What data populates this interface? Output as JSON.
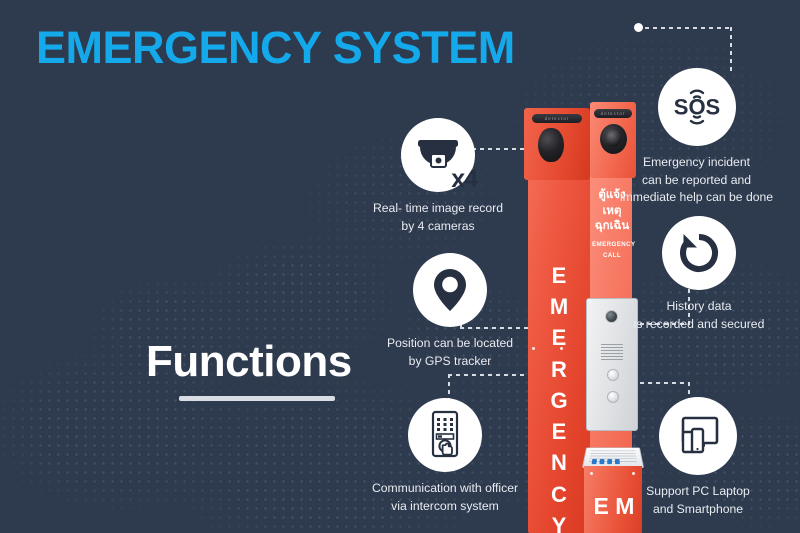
{
  "page": {
    "title": "EMERGENCY SYSTEM",
    "section_heading": "Functions",
    "background_color": "#2e3a4d",
    "accent_color": "#14a9ea",
    "device_color": "#e8492c"
  },
  "features": [
    {
      "id": "camera",
      "icon": "dome-camera-icon",
      "badge": "x4",
      "line1": "Real- time image record",
      "line2": "by 4 cameras"
    },
    {
      "id": "gps",
      "icon": "map-pin-icon",
      "line1": "Position can be located",
      "line2": "by GPS tracker"
    },
    {
      "id": "intercom",
      "icon": "intercom-keypad-icon",
      "line1": "Communication with officer",
      "line2": "via intercom system"
    },
    {
      "id": "sos",
      "icon": "sos-signal-icon",
      "icon_text": "SOS",
      "line1": "Emergency incident",
      "line2": "can be reported and",
      "line3": "immediate help can be done"
    },
    {
      "id": "history",
      "icon": "history-rotate-icon",
      "line1": "History data",
      "line2": "is recorded and secured"
    },
    {
      "id": "devices",
      "icon": "monitor-tablet-phone-icon",
      "line1": "Support PC Laptop",
      "line2": "and Smartphone"
    }
  ],
  "device": {
    "name": "emergency-call-pole",
    "vertical_label": "EMERGENCY",
    "vertical_letters": [
      "E",
      "M",
      "E",
      "R",
      "G",
      "E",
      "N",
      "C",
      "Y"
    ],
    "bottom_letters": [
      "E",
      "M"
    ],
    "thai_line1": "ตู้แจ้ง",
    "thai_line2": "เหตุ",
    "thai_line3": "ฉุกเฉิน",
    "english_line1": "EMERGENCY",
    "english_line2": "CALL",
    "detector_label_left": "detector",
    "detector_label_right": "detector"
  }
}
